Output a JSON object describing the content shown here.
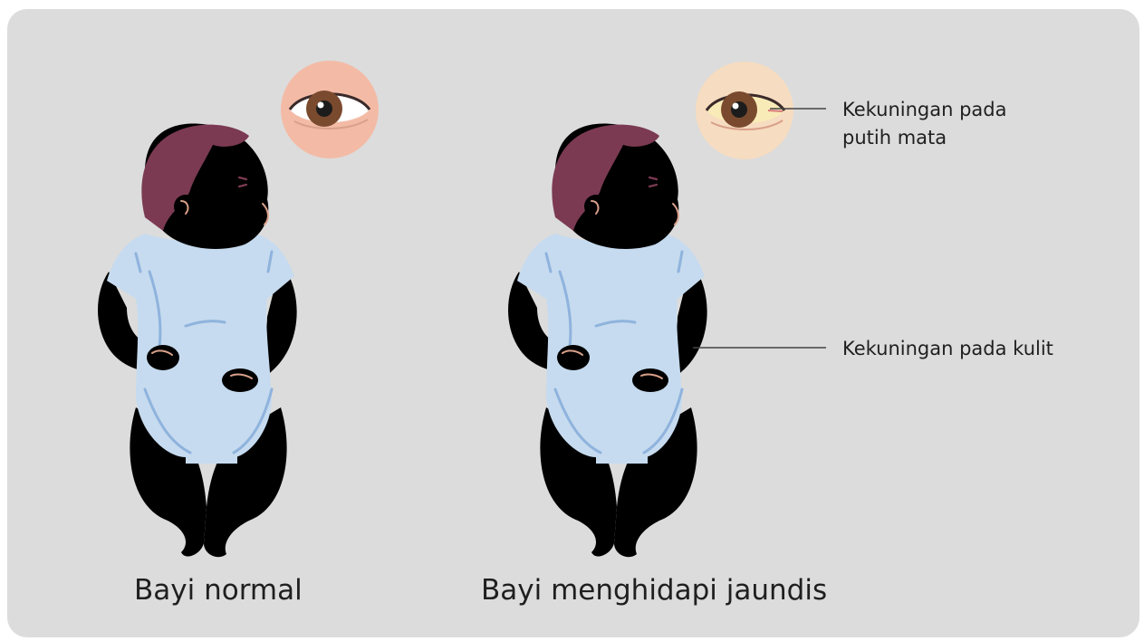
{
  "captions": {
    "normal": "Bayi normal",
    "jaundice": "Bayi menghidapi jaundis"
  },
  "annotations": {
    "eye_line1": "Kekuningan pada",
    "eye_line2": "putih mata",
    "skin": "Kekuningan pada kulit"
  },
  "colors": {
    "background": "#dcdcdc",
    "normal_skin": "#f3bba6",
    "jaundice_skin": "#f6dcc0",
    "hair": "#7b3a52",
    "onesie": "#c6dbef",
    "onesie_line": "#8fb3dd",
    "iris": "#7a4a2e"
  },
  "icons": [
    "baby-normal-illustration",
    "baby-jaundice-illustration",
    "eye-normal-icon",
    "eye-yellow-icon"
  ]
}
